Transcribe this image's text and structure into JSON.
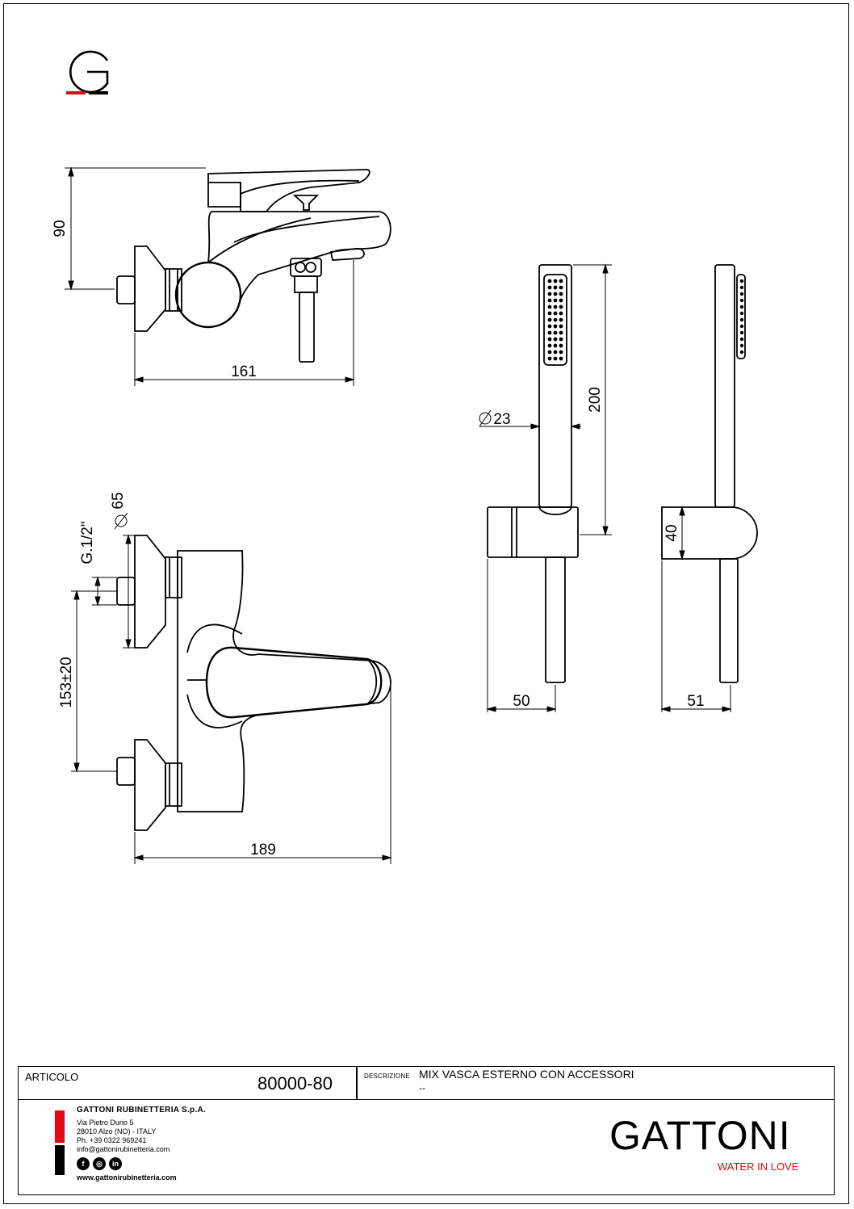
{
  "logo": {
    "letter": "G",
    "brand_red": "#e30613"
  },
  "dimensions": {
    "top_height": "90",
    "top_width": "161",
    "hand_diameter": "23",
    "hand_length": "200",
    "holder_height": "40",
    "holder_width_front": "50",
    "holder_width_side": "51",
    "inlet_diameter": "65",
    "thread": "G.1/2\"",
    "center_distance": "153±20",
    "front_width": "189"
  },
  "title_block": {
    "article_label": "ARTICOLO",
    "article_code": "80000-80",
    "description_label": "DESCRIZIONE",
    "description": "MIX VASCA ESTERNO CON ACCESSORI",
    "description_line2": "--",
    "company": "GATTONI RUBINETTERIA S.p.A.",
    "address_1": "Via Pietro Durio 5",
    "address_2": "28010 Alzo (NO) - ITALY",
    "phone": "Ph. +39 0322 969241",
    "email": "info@gattonirubinetteria.com",
    "social": [
      "f",
      "◎",
      "in"
    ],
    "website": "www.gattonirubinetteria.com",
    "brand_name": "GATTONI",
    "tagline": "WATER IN LOVE",
    "tagline_color": "#e30613"
  }
}
